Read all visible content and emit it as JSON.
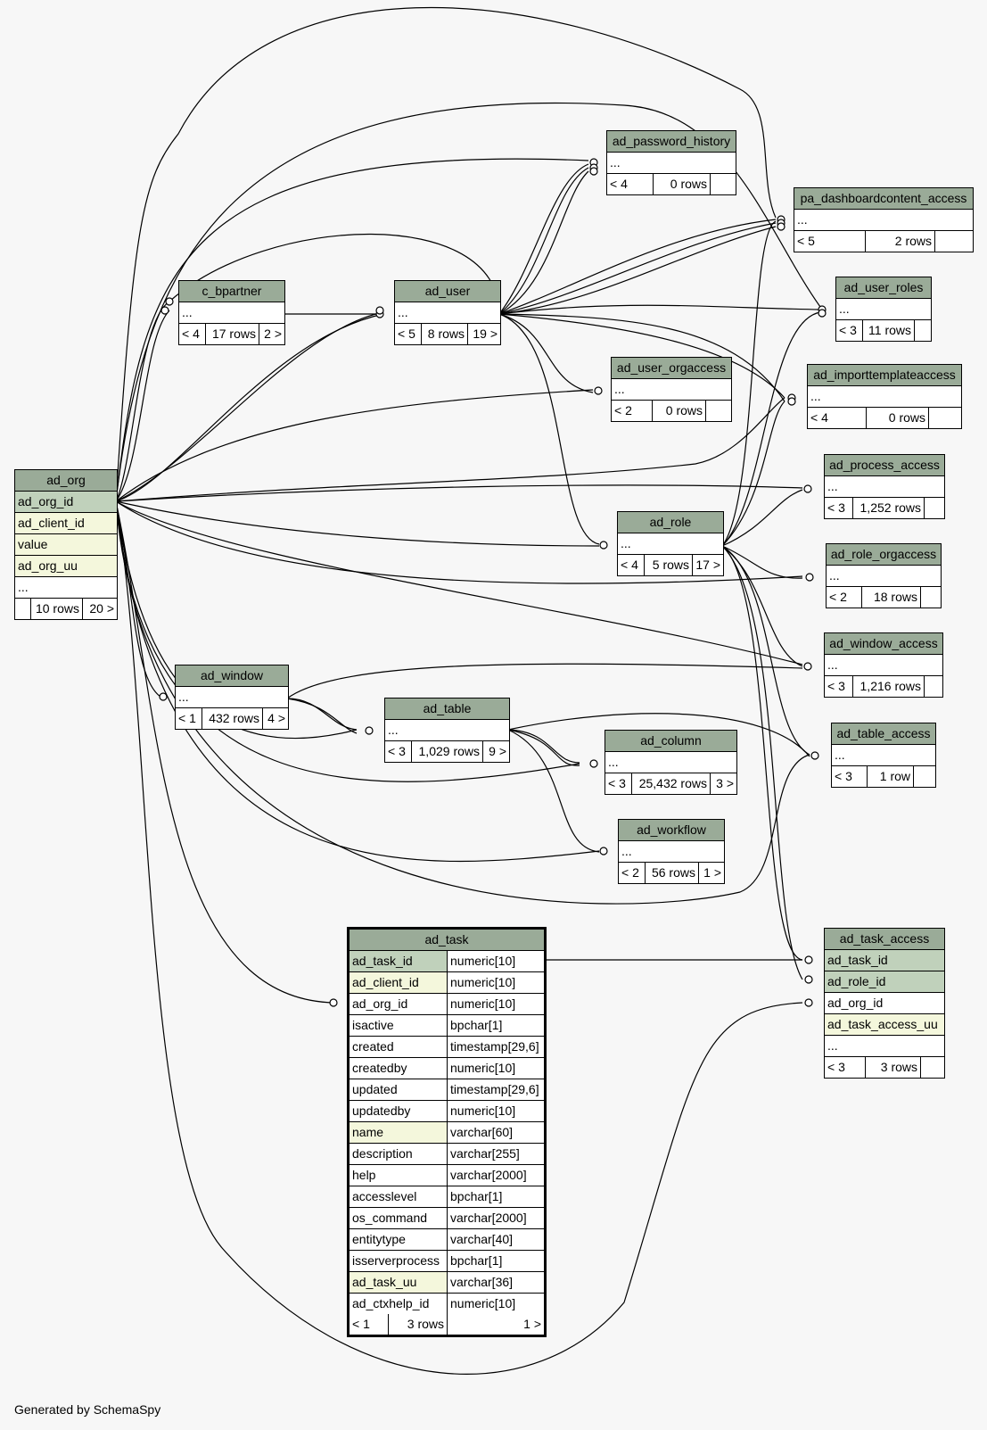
{
  "footer": "Generated by SchemaSpy",
  "tables": {
    "ad_password_history": {
      "name": "ad_password_history",
      "ellipsis": "...",
      "parents": "< 4",
      "rows": "0 rows",
      "children": ""
    },
    "pa_dashboardcontent_access": {
      "name": "pa_dashboardcontent_access",
      "ellipsis": "...",
      "parents": "< 5",
      "rows": "2 rows",
      "children": ""
    },
    "ad_user_roles": {
      "name": "ad_user_roles",
      "ellipsis": "...",
      "parents": "< 3",
      "rows": "11 rows",
      "children": ""
    },
    "c_bpartner": {
      "name": "c_bpartner",
      "ellipsis": "...",
      "parents": "< 4",
      "rows": "17 rows",
      "children": "2 >"
    },
    "ad_user": {
      "name": "ad_user",
      "ellipsis": "...",
      "parents": "< 5",
      "rows": "8 rows",
      "children": "19 >"
    },
    "ad_importtemplateaccess": {
      "name": "ad_importtemplateaccess",
      "ellipsis": "...",
      "parents": "< 4",
      "rows": "0 rows",
      "children": ""
    },
    "ad_user_orgaccess": {
      "name": "ad_user_orgaccess",
      "ellipsis": "...",
      "parents": "< 2",
      "rows": "0 rows",
      "children": ""
    },
    "ad_process_access": {
      "name": "ad_process_access",
      "ellipsis": "...",
      "parents": "< 3",
      "rows": "1,252 rows",
      "children": ""
    },
    "ad_role": {
      "name": "ad_role",
      "ellipsis": "...",
      "parents": "< 4",
      "rows": "5 rows",
      "children": "17 >"
    },
    "ad_role_orgaccess": {
      "name": "ad_role_orgaccess",
      "ellipsis": "...",
      "parents": "< 2",
      "rows": "18 rows",
      "children": ""
    },
    "ad_window_access": {
      "name": "ad_window_access",
      "ellipsis": "...",
      "parents": "< 3",
      "rows": "1,216 rows",
      "children": ""
    },
    "ad_window": {
      "name": "ad_window",
      "ellipsis": "...",
      "parents": "< 1",
      "rows": "432 rows",
      "children": "4 >"
    },
    "ad_table": {
      "name": "ad_table",
      "ellipsis": "...",
      "parents": "< 3",
      "rows": "1,029 rows",
      "children": "9 >"
    },
    "ad_column": {
      "name": "ad_column",
      "ellipsis": "...",
      "parents": "< 3",
      "rows": "25,432 rows",
      "children": "3 >"
    },
    "ad_table_access": {
      "name": "ad_table_access",
      "ellipsis": "...",
      "parents": "< 3",
      "rows": "1 row",
      "children": ""
    },
    "ad_workflow": {
      "name": "ad_workflow",
      "ellipsis": "...",
      "parents": "< 2",
      "rows": "56 rows",
      "children": "1 >"
    }
  },
  "ad_org": {
    "name": "ad_org",
    "columns": [
      "ad_org_id",
      "ad_client_id",
      "value",
      "ad_org_uu"
    ],
    "ellipsis": "...",
    "parents": "",
    "rows": "10 rows",
    "children": "20 >"
  },
  "ad_task_access": {
    "name": "ad_task_access",
    "columns": [
      "ad_task_id",
      "ad_role_id",
      "ad_org_id",
      "ad_task_access_uu"
    ],
    "ellipsis": "...",
    "parents": "< 3",
    "rows": "3 rows",
    "children": ""
  },
  "ad_task": {
    "name": "ad_task",
    "columns": [
      {
        "name": "ad_task_id",
        "type": "numeric[10]"
      },
      {
        "name": "ad_client_id",
        "type": "numeric[10]"
      },
      {
        "name": "ad_org_id",
        "type": "numeric[10]"
      },
      {
        "name": "isactive",
        "type": "bpchar[1]"
      },
      {
        "name": "created",
        "type": "timestamp[29,6]"
      },
      {
        "name": "createdby",
        "type": "numeric[10]"
      },
      {
        "name": "updated",
        "type": "timestamp[29,6]"
      },
      {
        "name": "updatedby",
        "type": "numeric[10]"
      },
      {
        "name": "name",
        "type": "varchar[60]"
      },
      {
        "name": "description",
        "type": "varchar[255]"
      },
      {
        "name": "help",
        "type": "varchar[2000]"
      },
      {
        "name": "accesslevel",
        "type": "bpchar[1]"
      },
      {
        "name": "os_command",
        "type": "varchar[2000]"
      },
      {
        "name": "entitytype",
        "type": "varchar[40]"
      },
      {
        "name": "isserverprocess",
        "type": "bpchar[1]"
      },
      {
        "name": "ad_task_uu",
        "type": "varchar[36]"
      },
      {
        "name": "ad_ctxhelp_id",
        "type": "numeric[10]"
      }
    ],
    "parents": "< 1",
    "rows": "3 rows",
    "children": "1 >"
  },
  "colors": {
    "header": "#9aab98",
    "primary_key": "#c0d1bb",
    "indexed": "#f4f7dc",
    "background": "#f7f7f7"
  }
}
